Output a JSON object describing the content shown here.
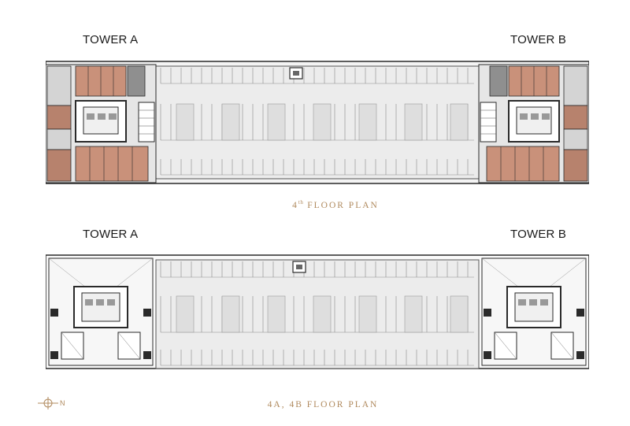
{
  "plan1": {
    "tower_a": "TOWER A",
    "tower_b": "TOWER B",
    "title_prefix": "4",
    "title_sup": "th",
    "title_suffix": " FLOOR PLAN"
  },
  "plan2": {
    "tower_a": "TOWER A",
    "tower_b": "TOWER B",
    "title": "4A, 4B FLOOR PLAN"
  },
  "compass": {
    "label": "N"
  },
  "colors": {
    "unit_fill": "#c9917a",
    "unit_fill_dark": "#b7826d",
    "lobby_fill": "#9a9a9a",
    "parking_fill": "#ececec",
    "wall": "#2a2a2a",
    "title_color": "#b08a5e"
  }
}
